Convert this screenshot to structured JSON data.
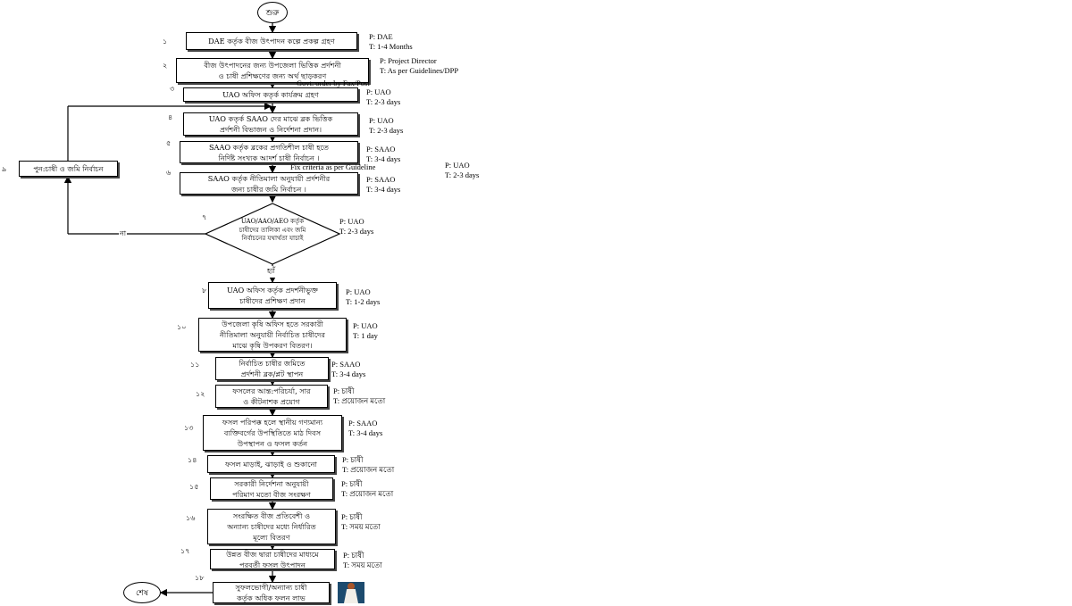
{
  "start_label": "শুরু",
  "end_label": "শেষ",
  "steps": [
    {
      "num": "১",
      "text": "DAE কর্তৃক বীজ উৎপাদন কল্পে প্রকল্প গ্রহণ",
      "note": "P: DAE\nT: 1-4 Months"
    },
    {
      "num": "২",
      "text": "বীজ উৎপাদনের জন্য উপজেলা ভিত্তিক প্রর্দশনী\nও চাষী প্রশিক্ষণের জন্য অর্থ ছাড়করণ",
      "note": "P: Project Director\nT: As per Guidelines/DPP"
    },
    {
      "num": "৩",
      "text": "UAO অফিস কতৃর্ক কার্যক্রম গ্রহণ",
      "note": "P: UAO\nT: 2-3 days"
    },
    {
      "num": "৪",
      "text": "UAO কতৃর্ক SAAO দের মাঝে ব্লক ভিত্তিক\nপ্রর্দশনী বিভাজন ও নির্দেশনা প্রদান।",
      "note": "P: UAO\nT: 2-3 days"
    },
    {
      "num": "৫",
      "text": "SAAO কর্তৃক ব্লকের প্রগতিশীল চাষী হতে\nনির্দিষ্ট সংখ্যক আদর্শ চাষী নির্বাচন ।",
      "note": "P: SAAO\nT: 3-4 days"
    },
    {
      "num": "৬",
      "text": "SAAO কর্তৃক নীতিমালা অনুযায়ী প্রর্দশনীর\nজন্য চাষীর জমি নির্বাচন ।",
      "note": "P: SAAO\nT: 3-4 days"
    },
    {
      "num": "৭",
      "text": "UAO/AAO/AEO কর্তৃক\nচাষীদের তালিকা এবং জমি\nনির্বাচনের যথার্থতা যাচাই",
      "note": "P: UAO\nT: 2-3 days"
    },
    {
      "num": "৮",
      "text": "UAO অফিস কর্তৃক প্রদর্শনীভুক্ত\nচাষীদের প্রশিক্ষণ প্রদান",
      "note": "P: UAO\nT: 1-2 days"
    },
    {
      "num": "৯",
      "text": "পুন:চাষী ও জমি নির্বাচন",
      "note": "P: UAO\nT: 2-3 days"
    },
    {
      "num": "১০",
      "text": "উপজেলা কৃষি অফিস হতে সরকারী\nনীতিমালা অনুযায়ী নির্বাচিত চাষীদের\nমাঝে কৃষি উপকরণ বিতরণ।",
      "note": "P: UAO\nT: 1 day"
    },
    {
      "num": "১১",
      "text": "নির্বাচিত চাষীর জমিতে\nপ্রর্দশনী ব্লক/প্লট স্থাপন",
      "note": "P: SAAO\nT: 3-4 days"
    },
    {
      "num": "১২",
      "text": "ফসলের আন্ত:পরিচর্যা, সার\nও কীটনাশক প্রয়োগ",
      "note": "P: চাষী\nT: প্রয়োজন মতো"
    },
    {
      "num": "১৩",
      "text": "ফসল পরিপক্ক হলে স্থানীয় গণ্যমান্য\nব্যক্তিবর্গের উপস্থিতিতে মাঠ দিবস\nউপস্থাপন ও ফসল কর্তন",
      "note": "P: SAAO\nT: 3-4 days"
    },
    {
      "num": "১৪",
      "text": "ফসল মাড়াই, ঝাড়াই ও শুকানো",
      "note": "P: চাষী\nT: প্রয়োজন মতো"
    },
    {
      "num": "১৫",
      "text": "সরকারী নির্দেশনা অনুযায়ী\nপরিমাণ মতো বীজ সংরক্ষণ",
      "note": "P: চাষী\nT: প্রয়োজন মতো"
    },
    {
      "num": "১৬",
      "text": "সংরক্ষিত বীজ প্রতিবেশী ও\nঅন্যান্য চাষীদের মধ্যে নির্ধারিত\nমূল্যে বিতরণ",
      "note": "P: চাষী\nT: সময় মতো"
    },
    {
      "num": "১৭",
      "text": "উন্নত বীজ দ্বারা চাষীদের মাধ্যমে\nপরবর্তী ফসল উৎপাদন",
      "note": "P: চাষী\nT: সময় মতো"
    },
    {
      "num": "১৮",
      "text": "সুফলভোগী/অন্যান্য চাষী\nকর্তৃক অধিক ফলন লাভ",
      "note": ""
    }
  ],
  "annotations": {
    "govt_order": "Govt. order by Fax/Post",
    "fix_criteria": "Fix criteria as per Guideline",
    "no_label": "না",
    "yes_label": "হ্যাঁ"
  },
  "icons": {
    "beneficiary": "farmer-person-icon"
  }
}
